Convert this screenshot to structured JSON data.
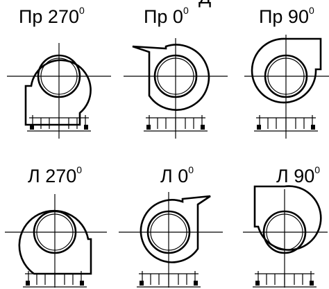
{
  "top_fragment": "Д",
  "labels": [
    {
      "text": "Пр 270",
      "sup": "0"
    },
    {
      "text": "Пр 0",
      "sup": "0"
    },
    {
      "text": "Пр 90",
      "sup": "0"
    },
    {
      "text": "Л 270",
      "sup": "0"
    },
    {
      "text": "Л 0",
      "sup": "0"
    },
    {
      "text": "Л 90",
      "sup": "0"
    }
  ]
}
